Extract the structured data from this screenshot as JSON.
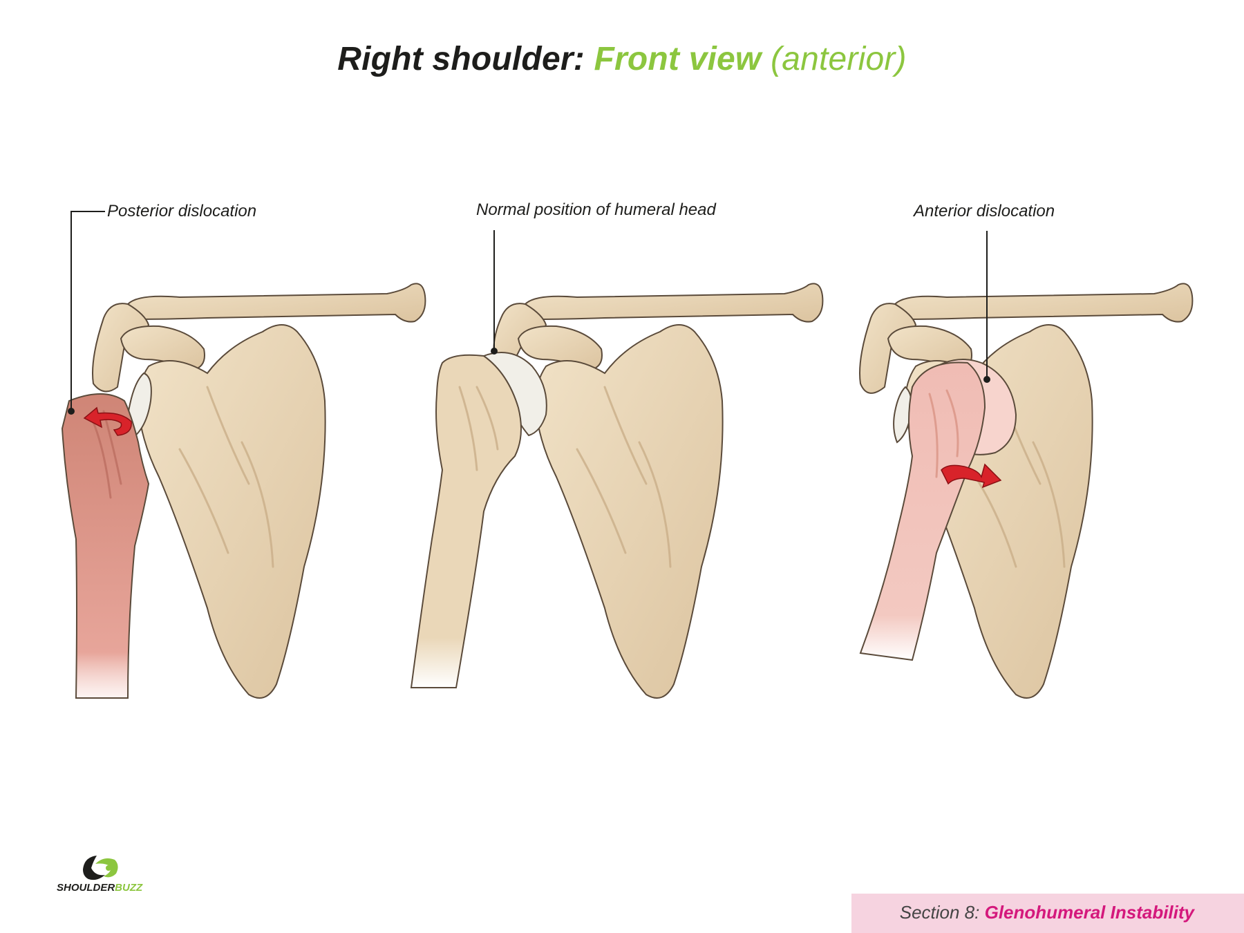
{
  "title": {
    "part1": "Right shoulder",
    "sep": ":",
    "part2": " Front view",
    "part3": " (anterior)"
  },
  "labels": {
    "posterior": "Posterior dislocation",
    "normal": "Normal position of humeral head",
    "anterior": "Anterior dislocation"
  },
  "footer": {
    "section": "Section 8: ",
    "topic": "Glenohumeral Instability"
  },
  "logo": {
    "word1": "SHOULDER",
    "word2": "BUZZ"
  },
  "colors": {
    "bone": "#ead7b8",
    "bone_shadow": "#c9ae88",
    "outline": "#5a4a3a",
    "dislocated_posterior": "#d99485",
    "dislocated_anterior": "#f2c2bc",
    "arrow": "#d8232a",
    "cartilage": "#f1efe8",
    "brand_green": "#8cc63f",
    "brand_pink": "#d4187c"
  }
}
